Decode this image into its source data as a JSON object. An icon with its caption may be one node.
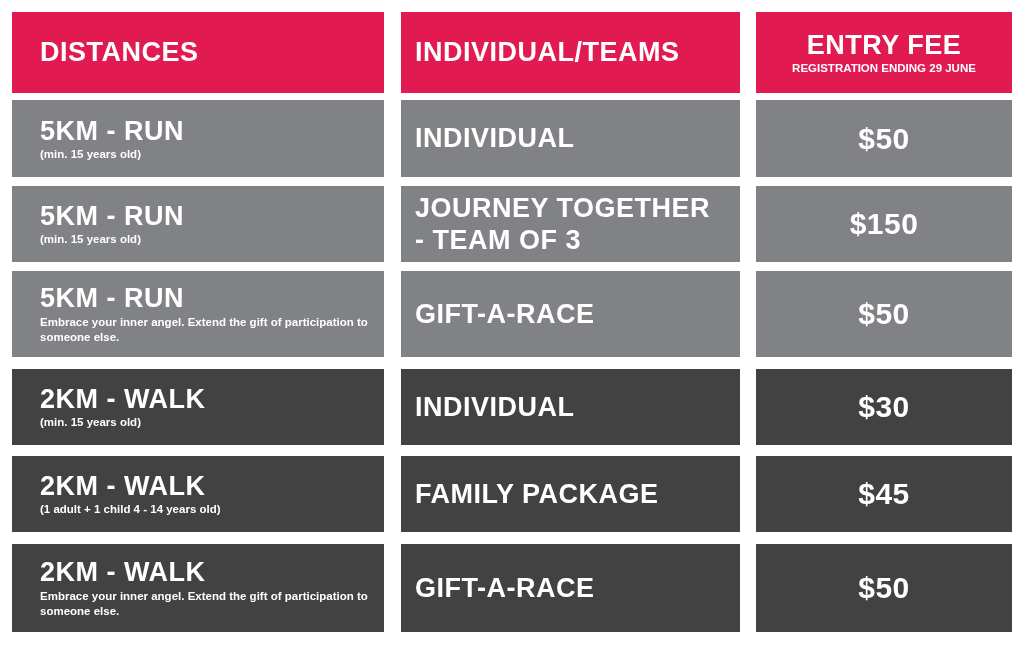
{
  "diagram": {
    "nodes": [
      {
        "text": [
          "DISTANCES"
        ]
      },
      {
        "text": [
          "INDIVIDUAL/TEAMS"
        ]
      },
      {
        "text": [
          "ENTRY FEE",
          "REGISTRATION ENDING 29 JUNE"
        ]
      },
      {
        "text": [
          "5KM - RUN",
          "(min. 15 years old)"
        ]
      },
      {
        "text": [
          "INDIVIDUAL"
        ]
      },
      {
        "text": [
          "$50"
        ]
      },
      {
        "text": [
          "5KM - RUN",
          "(min. 15 years old)"
        ]
      },
      {
        "text": [
          "JOURNEY TOGETHER - TEAM OF 3"
        ]
      },
      {
        "text": [
          "$150"
        ]
      },
      {
        "text": [
          "5KM - RUN",
          "Embrace your inner angel. Extend the gift of participation to someone else."
        ]
      },
      {
        "text": [
          "GIFT-A-RACE"
        ]
      },
      {
        "text": [
          "$50"
        ]
      },
      {
        "text": [
          "2KM - WALK",
          "(min. 15 years old)"
        ]
      },
      {
        "text": [
          "INDIVIDUAL"
        ]
      },
      {
        "text": [
          "$30"
        ]
      },
      {
        "text": [
          "2KM - WALK",
          "(1 adult + 1 child 4 - 14 years old)"
        ]
      },
      {
        "text": [
          "FAMILY PACKAGE"
        ]
      },
      {
        "text": [
          "$45"
        ]
      },
      {
        "text": [
          "2KM - WALK",
          "Embrace your inner angel. Extend the gift of participation to someone else."
        ]
      },
      {
        "text": [
          "GIFT-A-RACE"
        ]
      },
      {
        "text": [
          "$50"
        ]
      }
    ]
  }
}
